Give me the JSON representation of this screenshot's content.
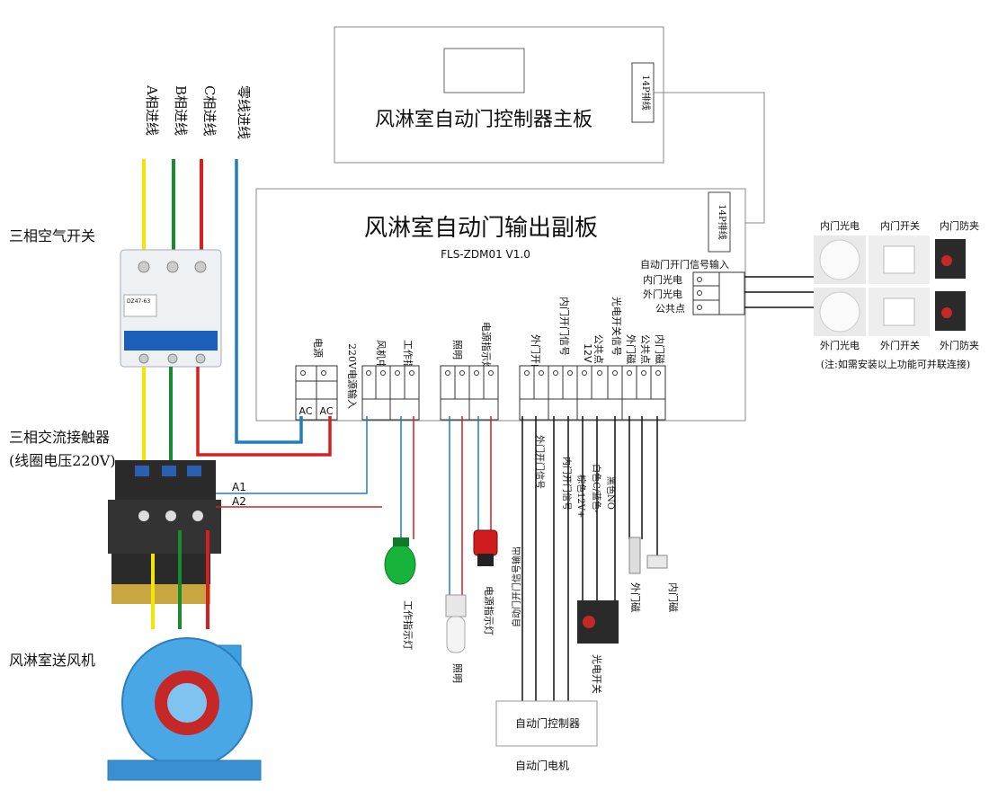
{
  "main_board": {
    "title": "风淋室自动门控制器主板",
    "connector": "14P排线"
  },
  "output_board": {
    "title": "风淋室自动门输出副板",
    "model": "FLS-ZDM01 V1.0",
    "connector": "14P排线",
    "signal_input_title": "自动门开门信号输入",
    "signal_inputs": [
      "内门光电",
      "外门光电",
      "公共点"
    ],
    "power_label": "电源",
    "ac_labels": [
      "AC",
      "AC"
    ],
    "power_input": "220V电源输入",
    "fan_relay": "风机中继",
    "work_lamp": "工作指示灯",
    "lighting": "照明",
    "power_lamp": "电源指示灯",
    "outer_door_signal": "外门开门信号",
    "inner_door_signal": "内门开门信号",
    "v12": "12V",
    "common1": "公共点",
    "photo_signal": "光电开关信号",
    "outer_magnet": "外门磁",
    "common2": "公共点",
    "inner_magnet": "内门磁"
  },
  "incoming": [
    "A相进线",
    "B相进线",
    "C相进线",
    "零线进线"
  ],
  "breaker_label": "三相空气开关",
  "breaker_model": "DZ47-63",
  "contactor_label": [
    "三相交流接触器",
    "(线圈电压220V)"
  ],
  "coil_labels": [
    "A1",
    "A2"
  ],
  "fan_label": "风淋室送风机",
  "devices": {
    "top": [
      "内门光电",
      "内门开关",
      "内门防夹"
    ],
    "bottom": [
      "外门光电",
      "外门开关",
      "外门防夹"
    ],
    "note": "(注:如需安装以上功能可并联连接)"
  },
  "lamps": {
    "work": "工作指示灯",
    "power": "电源指示灯",
    "lighting": "照明"
  },
  "wires": {
    "auto_out": "自动门开门信号输出",
    "outer_sig": "外门开门信号",
    "inner_sig": "内门开门信号",
    "brown": "棕色12V+",
    "white": "白色C/蓝色-",
    "black": "黑色NO",
    "photo_switch": "光电开关",
    "outer_magnet": "外门磁",
    "inner_magnet": "内门磁"
  },
  "controller": {
    "label": "自动门控制器",
    "motor": "自动门电机"
  },
  "colors": {
    "yellow": "#f2e600",
    "green": "#1a8a2e",
    "red": "#d42020",
    "blue": "#1f7ec0",
    "black": "#111111"
  }
}
